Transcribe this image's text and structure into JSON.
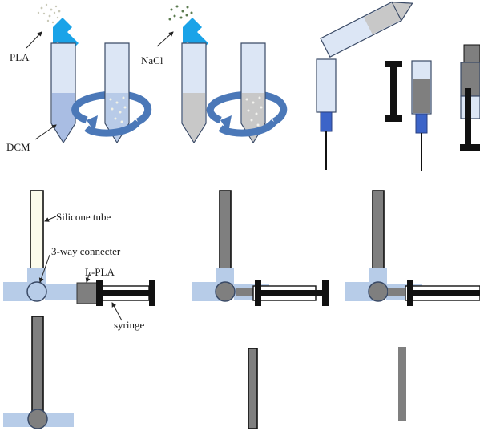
{
  "labels": {
    "pla": "PLA",
    "nacl": "NaCl",
    "dcm": "DCM",
    "silicone_tube": "Silicone tube",
    "three_way_connector": "3-way connecter",
    "l_pla": "L-PLA",
    "syringe": "syringe"
  },
  "colors": {
    "tube_fill": "#dce6f5",
    "tube_stroke": "#3a4a66",
    "dcm_solution": "#a9bde3",
    "dcm_mixed": "#c8c8c8",
    "pour_arrow": "#1aa3e8",
    "swirl_arrow": "#4b78b8",
    "needle_hub": "#3c64c8",
    "pla_grey": "#7f7f7f",
    "syringe_black": "#111111",
    "connector_fill": "#b7cce8",
    "silicone_fill": "#fbfbec"
  },
  "icons": {
    "pour_arrow": "down-arrow-icon",
    "swirl": "circular-arrow-icon",
    "particles": "dot-cluster-icon"
  }
}
